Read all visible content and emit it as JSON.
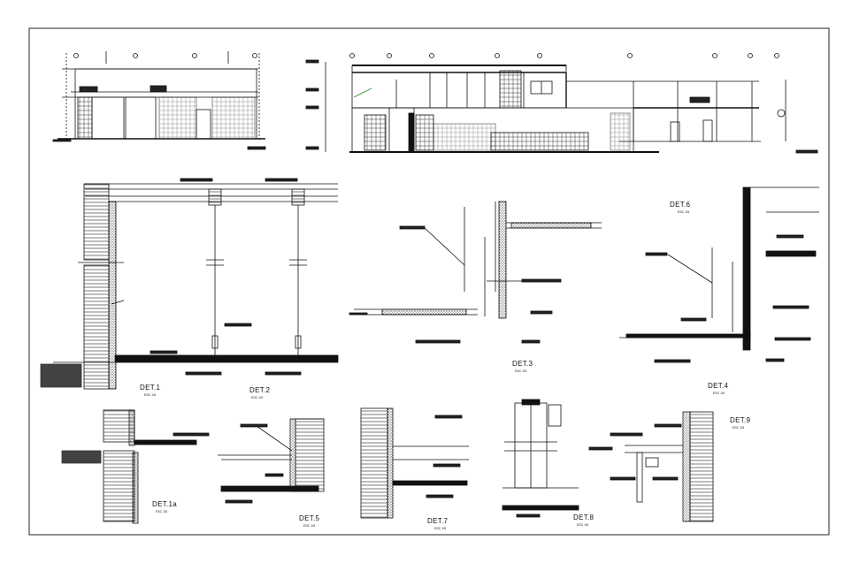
{
  "sheet": {
    "details": [
      {
        "id": "det1",
        "label": "DET.1",
        "scale": "ESC 1/5"
      },
      {
        "id": "det2",
        "label": "DET.2",
        "scale": "ESC 1/5"
      },
      {
        "id": "det3",
        "label": "DET.3",
        "scale": "ESC 1/5"
      },
      {
        "id": "det4",
        "label": "DET.4",
        "scale": "ESC 1/5"
      },
      {
        "id": "det6",
        "label": "DET.6",
        "scale": "ESC 1/5"
      },
      {
        "id": "det1a",
        "label": "DET.1a",
        "scale": "ESC 1/5"
      },
      {
        "id": "det5",
        "label": "DET.5",
        "scale": "ESC 1/5"
      },
      {
        "id": "det7",
        "label": "DET.7",
        "scale": "ESC 1/5"
      },
      {
        "id": "det8",
        "label": "DET.8",
        "scale": "ESC 1/5"
      },
      {
        "id": "det9",
        "label": "DET.9",
        "scale": "ESC 1/5"
      }
    ],
    "colors": {
      "line": "#111111",
      "accent": "#2a8a2a",
      "background": "#ffffff"
    }
  }
}
